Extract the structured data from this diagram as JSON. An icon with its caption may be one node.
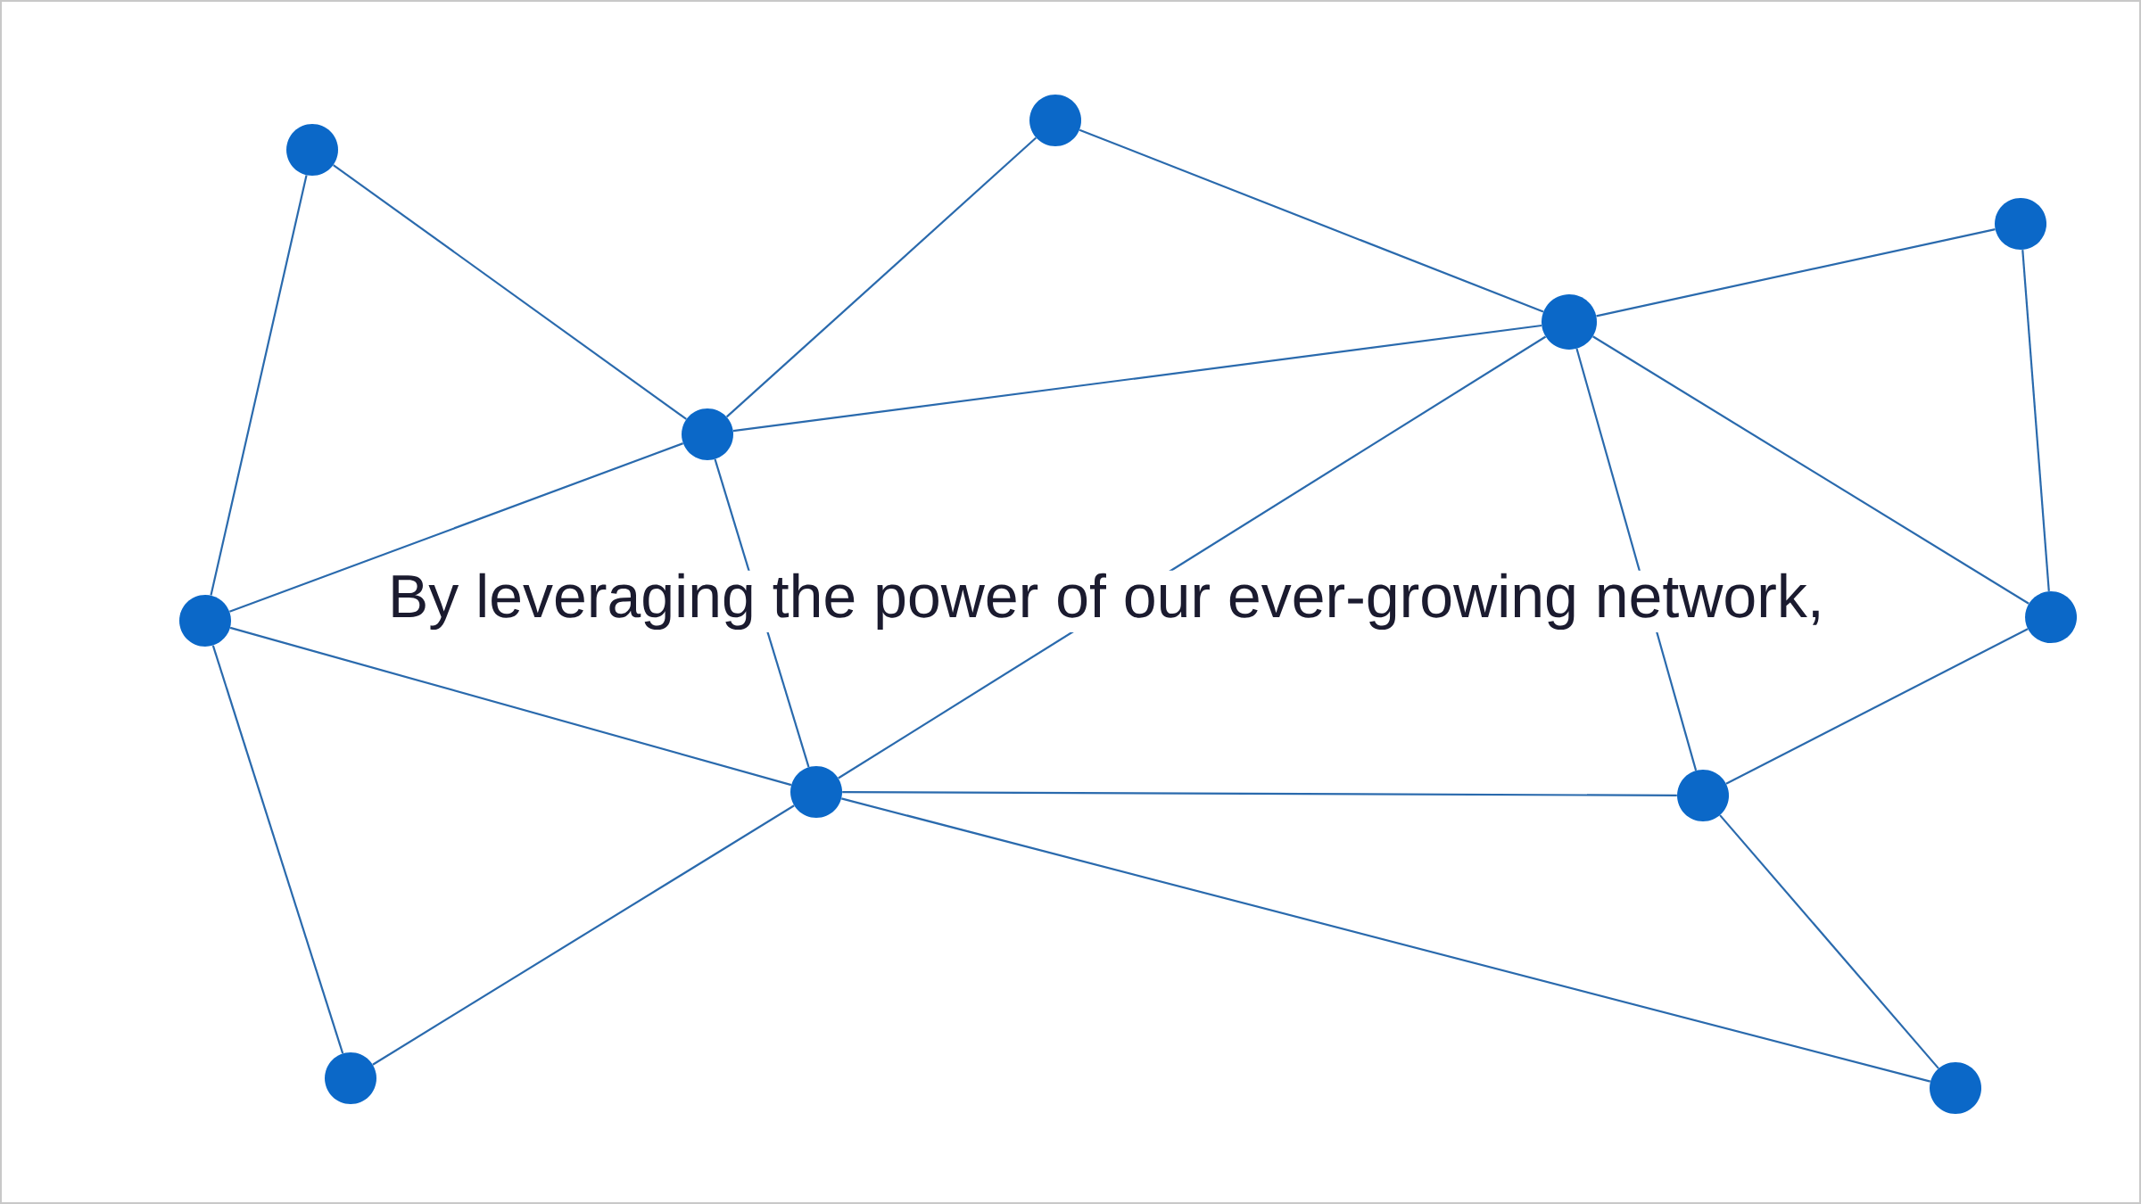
{
  "diagram": {
    "nodes": [
      {
        "text": [],
        "shape": "circle"
      },
      {
        "text": [],
        "shape": "circle"
      },
      {
        "text": [],
        "shape": "circle"
      },
      {
        "text": [],
        "shape": "circle"
      },
      {
        "text": [],
        "shape": "circle"
      },
      {
        "text": [],
        "shape": "circle"
      },
      {
        "text": [],
        "shape": "circle"
      },
      {
        "text": [],
        "shape": "circle"
      },
      {
        "text": [],
        "shape": "circle"
      },
      {
        "text": [],
        "shape": "circle"
      },
      {
        "text": [],
        "shape": "circle"
      }
    ],
    "edges": [
      {
        "from": 0,
        "to": 4,
        "arrow": "none"
      },
      {
        "from": 0,
        "to": 5,
        "arrow": "none"
      },
      {
        "from": 1,
        "to": 4,
        "arrow": "none"
      },
      {
        "from": 1,
        "to": 2,
        "arrow": "none"
      },
      {
        "from": 4,
        "to": 2,
        "arrow": "none"
      },
      {
        "from": 2,
        "to": 3,
        "arrow": "none"
      },
      {
        "from": 4,
        "to": 5,
        "arrow": "none"
      },
      {
        "from": 4,
        "to": 7,
        "arrow": "none"
      },
      {
        "from": 2,
        "to": 7,
        "arrow": "none"
      },
      {
        "from": 2,
        "to": 8,
        "arrow": "none"
      },
      {
        "from": 2,
        "to": 6,
        "arrow": "none"
      },
      {
        "from": 3,
        "to": 6,
        "arrow": "none"
      },
      {
        "from": 5,
        "to": 7,
        "arrow": "none"
      },
      {
        "from": 5,
        "to": 9,
        "arrow": "none"
      },
      {
        "from": 7,
        "to": 8,
        "arrow": "none"
      },
      {
        "from": 7,
        "to": 9,
        "arrow": "none"
      },
      {
        "from": 7,
        "to": 10,
        "arrow": "none"
      },
      {
        "from": 8,
        "to": 6,
        "arrow": "none"
      },
      {
        "from": 8,
        "to": 10,
        "arrow": "none"
      }
    ],
    "labels": [
      "By leveraging the power of our ever-growing network,"
    ]
  }
}
